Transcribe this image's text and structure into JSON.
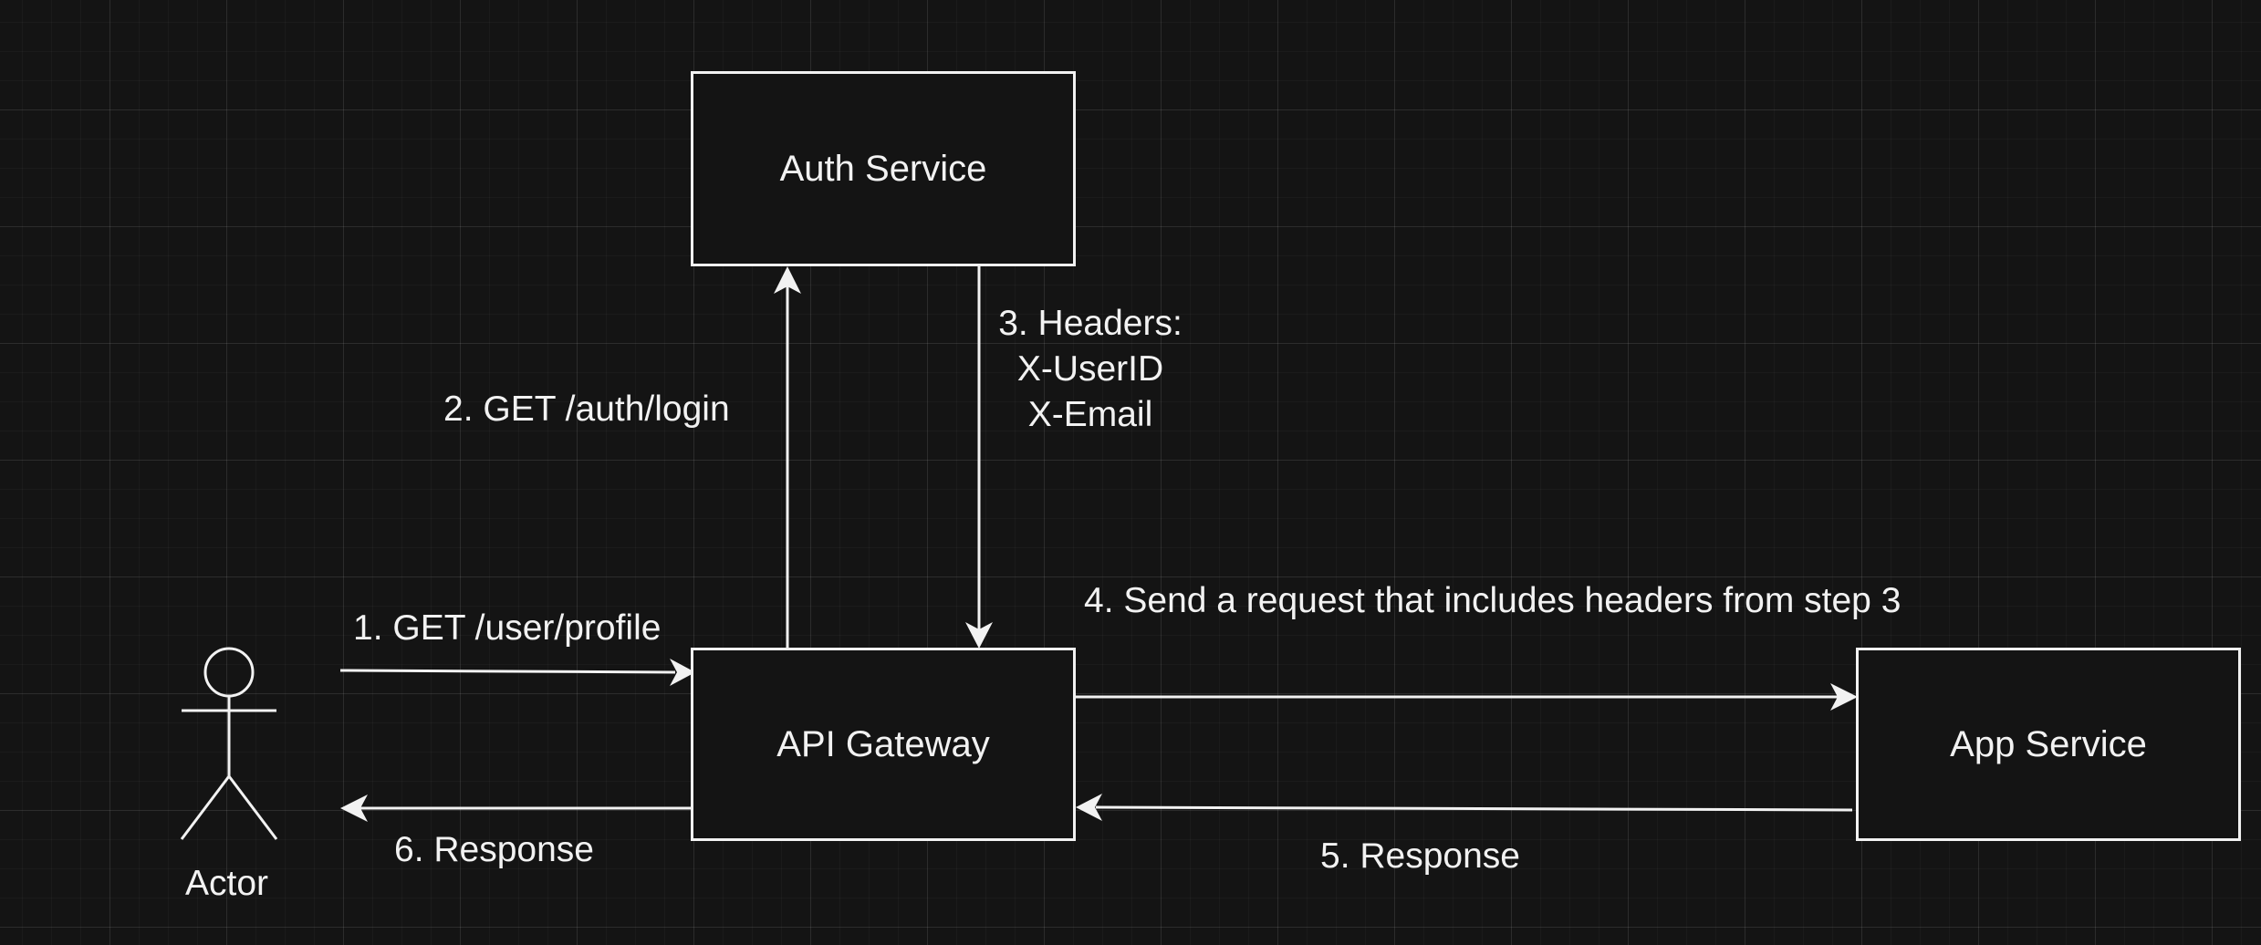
{
  "nodes": {
    "auth_service": "Auth Service",
    "api_gateway": "API Gateway",
    "app_service": "App Service",
    "actor": "Actor"
  },
  "edges": {
    "step1": "1. GET /user/profile",
    "step2": "2. GET /auth/login",
    "step3_line1": "3. Headers:",
    "step3_line2": "X-UserID",
    "step3_line3": "X-Email",
    "step4": "4. Send a request that includes headers from step 3",
    "step5": "5. Response",
    "step6": "6. Response"
  },
  "colors": {
    "background": "#141414",
    "stroke": "#f2f2f2"
  }
}
